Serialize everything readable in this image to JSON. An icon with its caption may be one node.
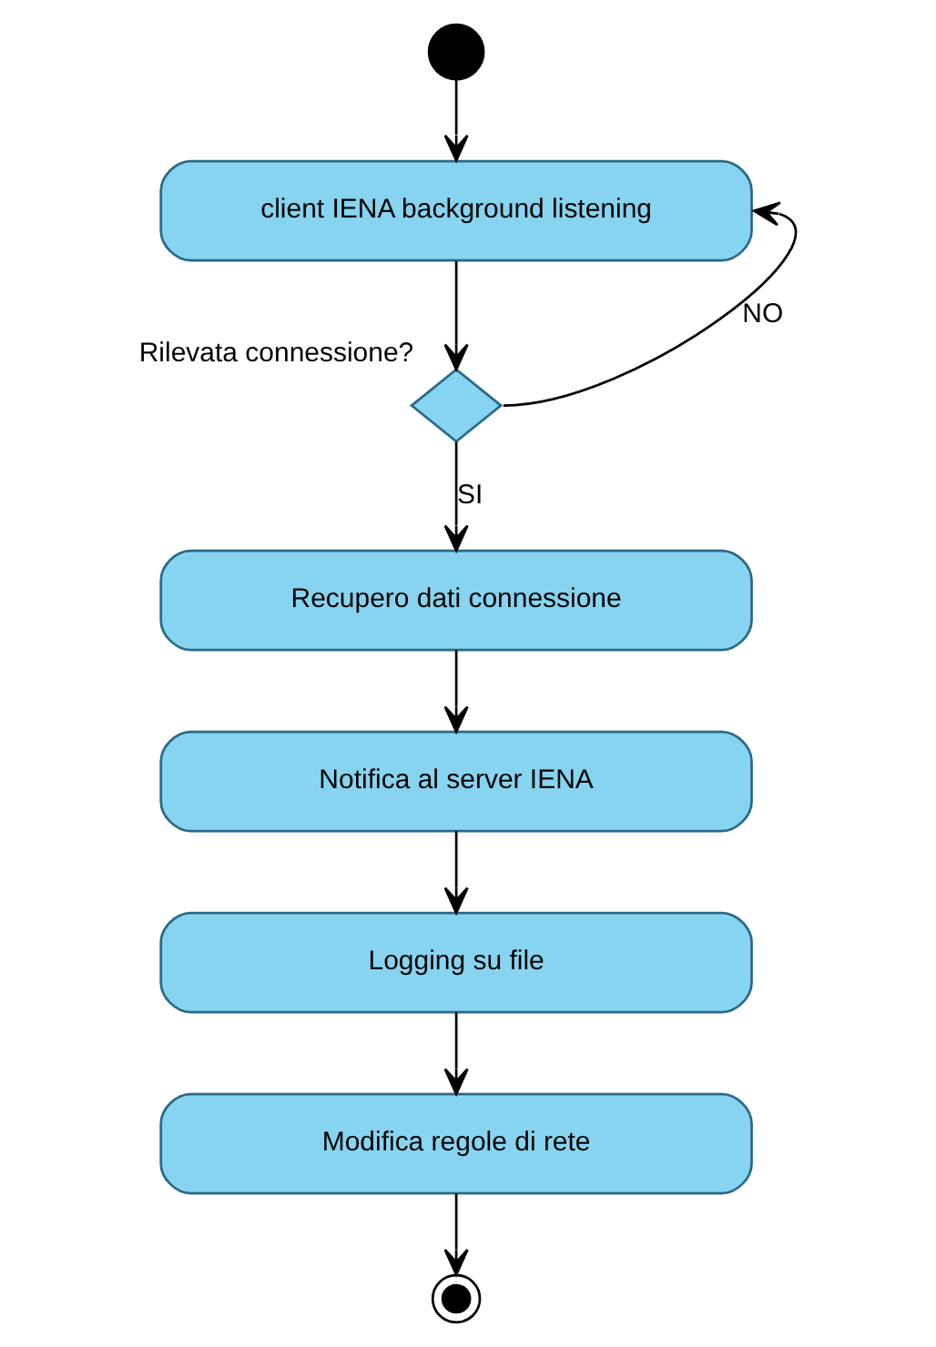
{
  "diagram": {
    "nodes": [
      {
        "text": [],
        "shape": "circle"
      },
      {
        "text": [
          "client IENA background listening"
        ]
      },
      {
        "text": [],
        "shape": "diamond",
        "beside": [
          "Rilevata connessione?"
        ]
      },
      {
        "text": [
          "Recupero dati connessione"
        ]
      },
      {
        "text": [
          "Notifica al server IENA"
        ]
      },
      {
        "text": [
          "Logging su file"
        ]
      },
      {
        "text": [
          "Modifica regole di rete"
        ]
      },
      {
        "text": [],
        "shape": "circle"
      }
    ],
    "edges": [
      {
        "from": 0,
        "to": 1,
        "arrow": "to"
      },
      {
        "from": 1,
        "to": 2,
        "arrow": "to"
      },
      {
        "from": 2,
        "to": 3,
        "arrow": "to",
        "label": "SI"
      },
      {
        "from": 3,
        "to": 4,
        "arrow": "to"
      },
      {
        "from": 4,
        "to": 5,
        "arrow": "to"
      },
      {
        "from": 5,
        "to": 6,
        "arrow": "to"
      },
      {
        "from": 6,
        "to": 7,
        "arrow": "to"
      },
      {
        "from": 2,
        "to": 1,
        "arrow": "to",
        "label": "NO"
      }
    ]
  }
}
